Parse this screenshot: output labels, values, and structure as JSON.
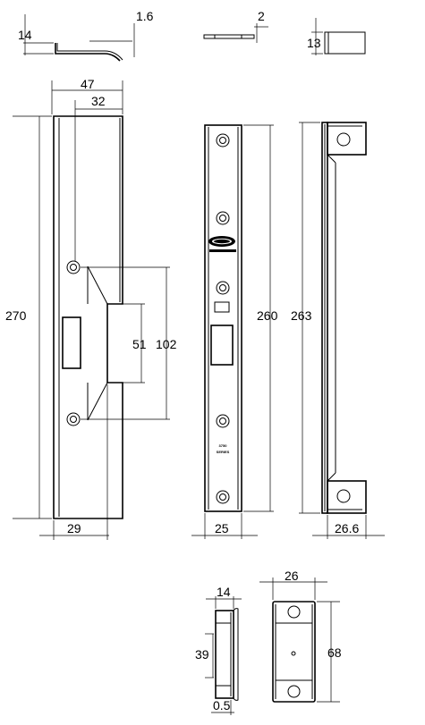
{
  "dimensions": {
    "top_left_height": "14",
    "top_left_thickness": "1.6",
    "top_mid_thickness": "2",
    "top_right_height": "13",
    "strike_width": "47",
    "strike_offset": "32",
    "strike_length": "270",
    "strike_base_width": "29",
    "strike_slot_height": "51",
    "strike_hole_spacing": "102",
    "faceplate_length": "260",
    "faceplate_width": "25",
    "box_length": "263",
    "box_width": "26.6",
    "keep_depth": "14",
    "keep_height": "39",
    "keep_thickness": "0.5",
    "keep_front_width": "26",
    "keep_front_height": "68"
  },
  "faceplate": {
    "marking_line1": "3750",
    "marking_line2": "SERIES"
  }
}
